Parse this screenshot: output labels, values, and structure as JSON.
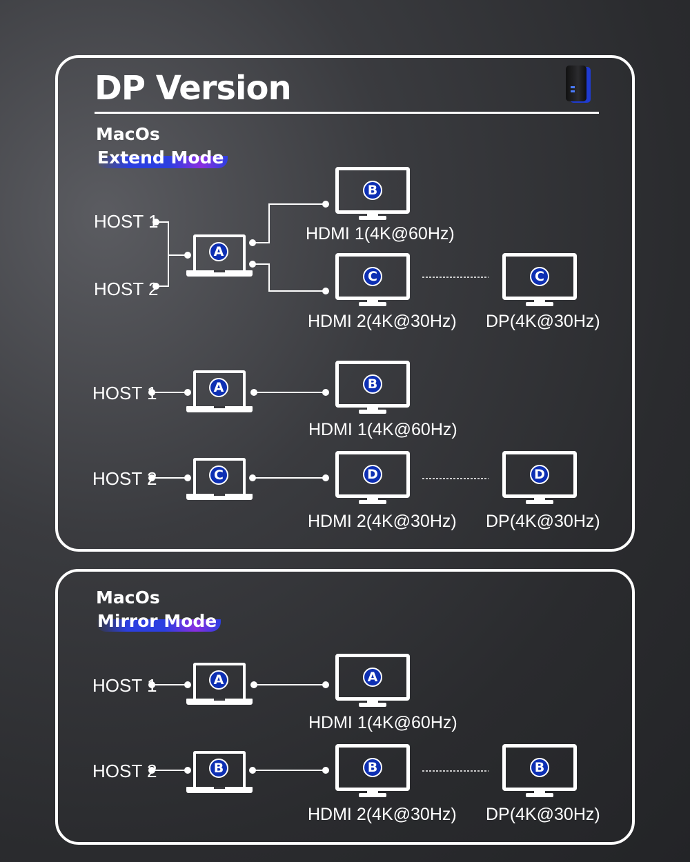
{
  "title": "DP Version",
  "extend": {
    "os": "MacOs",
    "mode": "Extend Mode",
    "hosts": [
      "HOST 1",
      "HOST 2"
    ],
    "laptop_badge": "A",
    "monitor_b_badge": "B",
    "monitor_c_badge": "C",
    "dp_badge": "C",
    "caption_hdmi1": "HDMI 1(4K@60Hz)",
    "caption_hdmi2": "HDMI 2(4K@30Hz)",
    "caption_dp": "DP(4K@30Hz)"
  },
  "split": {
    "row1": {
      "host": "HOST 1",
      "laptop_badge": "A",
      "monitor_badge": "B",
      "caption": "HDMI 1(4K@60Hz)"
    },
    "row2": {
      "host": "HOST 2",
      "laptop_badge": "C",
      "monitor_badge": "D",
      "dp_badge": "D",
      "caption": "HDMI 2(4K@30Hz)",
      "caption_dp": "DP(4K@30Hz)"
    }
  },
  "mirror": {
    "os": "MacOs",
    "mode": "Mirror Mode",
    "row1": {
      "host": "HOST 1",
      "laptop_badge": "A",
      "monitor_badge": "A",
      "caption": "HDMI 1(4K@60Hz)"
    },
    "row2": {
      "host": "HOST 2",
      "laptop_badge": "B",
      "monitor_badge": "B",
      "dp_badge": "B",
      "caption": "HDMI 2(4K@30Hz)",
      "caption_dp": "DP(4K@30Hz)"
    }
  },
  "colors": {
    "badge": "#0d2fb3",
    "accent_blue": "#2c3fe0",
    "accent_purple": "#8a2ee0"
  }
}
